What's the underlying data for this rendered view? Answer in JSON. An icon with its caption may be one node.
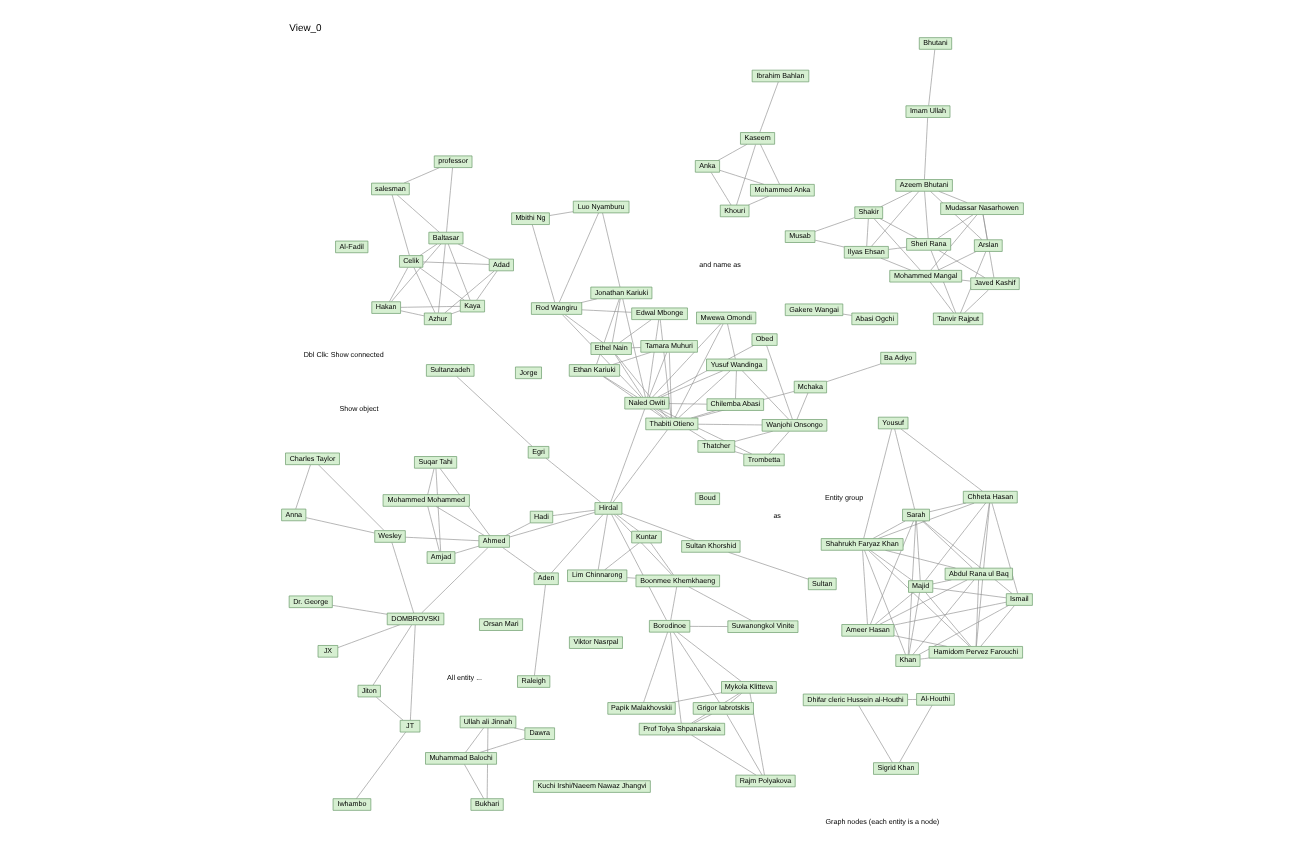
{
  "diagram": {
    "title": "View_0",
    "nodes": [
      {
        "text": [
          "Boud"
        ]
      },
      {
        "text": [
          "Shahrukh Faryaz Khan"
        ]
      },
      {
        "text": [
          "Yousuf"
        ]
      },
      {
        "text": [
          "Ameer Hasan"
        ]
      },
      {
        "text": [
          "Sarah"
        ]
      },
      {
        "text": [
          "Abdul Rana ul Baq"
        ]
      },
      {
        "text": [
          "Chheta Hasan"
        ]
      },
      {
        "text": [
          "Majid"
        ]
      },
      {
        "text": [
          "Ismail"
        ]
      },
      {
        "text": [
          "Khan"
        ]
      },
      {
        "text": [
          "Hamidom Pervez Farouchi"
        ]
      },
      {
        "text": [
          "Viktor Nasrpal"
        ]
      },
      {
        "text": [
          "salesman"
        ]
      },
      {
        "text": [
          "professor"
        ]
      },
      {
        "text": [
          "Baltasar"
        ]
      },
      {
        "text": [
          "Azhur"
        ]
      },
      {
        "text": [
          "Celik"
        ]
      },
      {
        "text": [
          "Adad"
        ]
      },
      {
        "text": [
          "Hakan"
        ]
      },
      {
        "text": [
          "Kaya"
        ]
      },
      {
        "text": [
          "Papik Malakhovskii"
        ]
      },
      {
        "text": [
          "Rajm Polyakova"
        ]
      },
      {
        "text": [
          "Mykola Klitteva"
        ]
      },
      {
        "text": [
          "Al-Fadil"
        ]
      },
      {
        "text": [
          "Anka"
        ]
      },
      {
        "text": [
          "Mohammed Anka"
        ]
      },
      {
        "text": [
          "Khouri"
        ]
      },
      {
        "text": [
          "Kaseem"
        ]
      },
      {
        "text": [
          "Ibrahim Bahlan"
        ]
      },
      {
        "text": [
          "Grigor Iabrotskis"
        ]
      },
      {
        "text": [
          "Borodinoe"
        ]
      },
      {
        "text": [
          "Prof Tolya Shpanarskaia"
        ]
      },
      {
        "text": [
          "Orsan Mari"
        ]
      },
      {
        "text": [
          "Iwhambo"
        ]
      },
      {
        "text": [
          "JT"
        ]
      },
      {
        "text": [
          "JX"
        ]
      },
      {
        "text": [
          "Jiton"
        ]
      },
      {
        "text": [
          "DOMBROVSKI"
        ]
      },
      {
        "text": [
          "Sultanzadeh"
        ]
      },
      {
        "text": [
          "Suwanongkol Vinite"
        ]
      },
      {
        "text": [
          "Sultan"
        ]
      },
      {
        "text": [
          "Egri"
        ]
      },
      {
        "text": [
          "Sultan Khorshid"
        ]
      },
      {
        "text": [
          "Boonmee Khemkhaeng"
        ]
      },
      {
        "text": [
          "Musab"
        ]
      },
      {
        "text": [
          "Shakir"
        ]
      },
      {
        "text": [
          "Ilyas Ehsan"
        ]
      },
      {
        "text": [
          "Imam Ullah"
        ]
      },
      {
        "text": [
          "Azeem Bhutani"
        ]
      },
      {
        "text": [
          "Sheri Rana"
        ]
      },
      {
        "text": [
          "Mudassar Nasarhowen"
        ]
      },
      {
        "text": [
          "Javed Kashif"
        ]
      },
      {
        "text": [
          "Bhutani"
        ]
      },
      {
        "text": [
          "Arslan"
        ]
      },
      {
        "text": [
          "Tanvir Rajput"
        ]
      },
      {
        "text": [
          "Mohammed Mangal"
        ]
      },
      {
        "text": [
          "Jorge"
        ]
      },
      {
        "text": [
          "Dr. George"
        ]
      },
      {
        "text": [
          "Wesley"
        ]
      },
      {
        "text": [
          "Ahmed"
        ]
      },
      {
        "text": [
          "Amjad"
        ]
      },
      {
        "text": [
          "Mohammed Mohammed"
        ]
      },
      {
        "text": [
          "Suqar Tahi"
        ]
      },
      {
        "text": [
          "Charles Taylor"
        ]
      },
      {
        "text": [
          "Anna"
        ]
      },
      {
        "text": [
          "Hadi"
        ]
      },
      {
        "text": [
          "Hirdal"
        ]
      },
      {
        "text": [
          "Aden"
        ]
      },
      {
        "text": [
          "Raleigh"
        ]
      },
      {
        "text": [
          "Kuntar"
        ]
      },
      {
        "text": [
          "Lim Chinnarong"
        ]
      },
      {
        "text": [
          "Mbithi Ng"
        ]
      },
      {
        "text": [
          "Rod Wangiru"
        ]
      },
      {
        "text": [
          "Luo Nyamburu"
        ]
      },
      {
        "text": [
          "Edwal Mbonge"
        ]
      },
      {
        "text": [
          "Ethel Nain"
        ]
      },
      {
        "text": [
          "Jonathan Kariuki"
        ]
      },
      {
        "text": [
          "Tamara Muhuri"
        ]
      },
      {
        "text": [
          "Ethan Kariuki"
        ]
      },
      {
        "text": [
          "Naled Owiti"
        ]
      },
      {
        "text": [
          "Thabiti Otieno"
        ]
      },
      {
        "text": [
          "Muhammad Balochi"
        ]
      },
      {
        "text": [
          "Dawra"
        ]
      },
      {
        "text": [
          "Bukhari"
        ]
      },
      {
        "text": [
          "Ullah ali Jinnah"
        ]
      },
      {
        "text": [
          "Mchaka"
        ]
      },
      {
        "text": [
          "Yusuf Wandinga"
        ]
      },
      {
        "text": [
          "Mwewa Omondi"
        ]
      },
      {
        "text": [
          "Chilemba Abasi"
        ]
      },
      {
        "text": [
          "Wanjohi Onsongo"
        ]
      },
      {
        "text": [
          "Trombetta"
        ]
      },
      {
        "text": [
          "Thatcher"
        ]
      },
      {
        "text": [
          "Obed"
        ]
      },
      {
        "text": [
          "Ba Adiyo"
        ]
      },
      {
        "text": [
          "Dhifar cleric Hussein al-Houthi"
        ]
      },
      {
        "text": [
          "Al-Houthi"
        ]
      },
      {
        "text": [
          "Sigrid Khan"
        ]
      },
      {
        "text": [
          "Gakere Wangai"
        ]
      },
      {
        "text": [
          "Abasi Ogchi"
        ]
      },
      {
        "text": [
          "Kuchi Irshi/Naeem Nawaz Jhangvi"
        ]
      }
    ],
    "edges": [
      {
        "from": 1,
        "to": 2,
        "arrow": "none"
      },
      {
        "from": 1,
        "to": 3,
        "arrow": "none"
      },
      {
        "from": 1,
        "to": 4,
        "arrow": "none"
      },
      {
        "from": 1,
        "to": 5,
        "arrow": "none"
      },
      {
        "from": 1,
        "to": 6,
        "arrow": "none"
      },
      {
        "from": 1,
        "to": 7,
        "arrow": "none"
      },
      {
        "from": 1,
        "to": 9,
        "arrow": "none"
      },
      {
        "from": 1,
        "to": 10,
        "arrow": "none"
      },
      {
        "from": 3,
        "to": 4,
        "arrow": "none"
      },
      {
        "from": 3,
        "to": 5,
        "arrow": "none"
      },
      {
        "from": 3,
        "to": 7,
        "arrow": "none"
      },
      {
        "from": 3,
        "to": 8,
        "arrow": "none"
      },
      {
        "from": 3,
        "to": 10,
        "arrow": "none"
      },
      {
        "from": 4,
        "to": 5,
        "arrow": "none"
      },
      {
        "from": 4,
        "to": 6,
        "arrow": "none"
      },
      {
        "from": 4,
        "to": 7,
        "arrow": "none"
      },
      {
        "from": 4,
        "to": 8,
        "arrow": "none"
      },
      {
        "from": 4,
        "to": 9,
        "arrow": "none"
      },
      {
        "from": 2,
        "to": 4,
        "arrow": "none"
      },
      {
        "from": 2,
        "to": 6,
        "arrow": "none"
      },
      {
        "from": 5,
        "to": 6,
        "arrow": "none"
      },
      {
        "from": 5,
        "to": 7,
        "arrow": "none"
      },
      {
        "from": 5,
        "to": 9,
        "arrow": "none"
      },
      {
        "from": 5,
        "to": 10,
        "arrow": "none"
      },
      {
        "from": 6,
        "to": 7,
        "arrow": "none"
      },
      {
        "from": 6,
        "to": 8,
        "arrow": "none"
      },
      {
        "from": 6,
        "to": 10,
        "arrow": "none"
      },
      {
        "from": 7,
        "to": 8,
        "arrow": "none"
      },
      {
        "from": 7,
        "to": 9,
        "arrow": "none"
      },
      {
        "from": 7,
        "to": 10,
        "arrow": "none"
      },
      {
        "from": 8,
        "to": 9,
        "arrow": "none"
      },
      {
        "from": 8,
        "to": 10,
        "arrow": "none"
      },
      {
        "from": 9,
        "to": 10,
        "arrow": "none"
      },
      {
        "from": 12,
        "to": 13,
        "arrow": "none"
      },
      {
        "from": 12,
        "to": 14,
        "arrow": "none"
      },
      {
        "from": 12,
        "to": 16,
        "arrow": "none"
      },
      {
        "from": 13,
        "to": 14,
        "arrow": "none"
      },
      {
        "from": 14,
        "to": 15,
        "arrow": "none"
      },
      {
        "from": 14,
        "to": 16,
        "arrow": "none"
      },
      {
        "from": 14,
        "to": 17,
        "arrow": "none"
      },
      {
        "from": 14,
        "to": 18,
        "arrow": "none"
      },
      {
        "from": 14,
        "to": 19,
        "arrow": "none"
      },
      {
        "from": 15,
        "to": 16,
        "arrow": "none"
      },
      {
        "from": 15,
        "to": 17,
        "arrow": "none"
      },
      {
        "from": 15,
        "to": 18,
        "arrow": "none"
      },
      {
        "from": 15,
        "to": 19,
        "arrow": "none"
      },
      {
        "from": 16,
        "to": 17,
        "arrow": "none"
      },
      {
        "from": 16,
        "to": 18,
        "arrow": "none"
      },
      {
        "from": 16,
        "to": 19,
        "arrow": "none"
      },
      {
        "from": 17,
        "to": 19,
        "arrow": "none"
      },
      {
        "from": 18,
        "to": 19,
        "arrow": "none"
      },
      {
        "from": 20,
        "to": 22,
        "arrow": "none"
      },
      {
        "from": 21,
        "to": 22,
        "arrow": "none"
      },
      {
        "from": 21,
        "to": 29,
        "arrow": "none"
      },
      {
        "from": 21,
        "to": 31,
        "arrow": "none"
      },
      {
        "from": 22,
        "to": 29,
        "arrow": "none"
      },
      {
        "from": 22,
        "to": 31,
        "arrow": "none"
      },
      {
        "from": 29,
        "to": 31,
        "arrow": "none"
      },
      {
        "from": 30,
        "to": 20,
        "arrow": "none"
      },
      {
        "from": 30,
        "to": 22,
        "arrow": "none"
      },
      {
        "from": 30,
        "to": 29,
        "arrow": "none"
      },
      {
        "from": 30,
        "to": 31,
        "arrow": "none"
      },
      {
        "from": 30,
        "to": 39,
        "arrow": "none"
      },
      {
        "from": 30,
        "to": 43,
        "arrow": "none"
      },
      {
        "from": 39,
        "to": 43,
        "arrow": "none"
      },
      {
        "from": 24,
        "to": 25,
        "arrow": "none"
      },
      {
        "from": 24,
        "to": 26,
        "arrow": "none"
      },
      {
        "from": 24,
        "to": 27,
        "arrow": "none"
      },
      {
        "from": 25,
        "to": 26,
        "arrow": "none"
      },
      {
        "from": 25,
        "to": 27,
        "arrow": "none"
      },
      {
        "from": 26,
        "to": 27,
        "arrow": "none"
      },
      {
        "from": 27,
        "to": 28,
        "arrow": "none"
      },
      {
        "from": 33,
        "to": 34,
        "arrow": "none"
      },
      {
        "from": 36,
        "to": 34,
        "arrow": "none"
      },
      {
        "from": 34,
        "to": 37,
        "arrow": "none"
      },
      {
        "from": 35,
        "to": 37,
        "arrow": "none"
      },
      {
        "from": 36,
        "to": 37,
        "arrow": "none"
      },
      {
        "from": 37,
        "to": 57,
        "arrow": "none"
      },
      {
        "from": 37,
        "to": 58,
        "arrow": "none"
      },
      {
        "from": 37,
        "to": 59,
        "arrow": "none"
      },
      {
        "from": 58,
        "to": 59,
        "arrow": "none"
      },
      {
        "from": 58,
        "to": 63,
        "arrow": "none"
      },
      {
        "from": 58,
        "to": 64,
        "arrow": "none"
      },
      {
        "from": 63,
        "to": 64,
        "arrow": "none"
      },
      {
        "from": 59,
        "to": 60,
        "arrow": "none"
      },
      {
        "from": 59,
        "to": 61,
        "arrow": "none"
      },
      {
        "from": 59,
        "to": 62,
        "arrow": "none"
      },
      {
        "from": 60,
        "to": 61,
        "arrow": "none"
      },
      {
        "from": 60,
        "to": 62,
        "arrow": "none"
      },
      {
        "from": 61,
        "to": 62,
        "arrow": "none"
      },
      {
        "from": 59,
        "to": 66,
        "arrow": "none"
      },
      {
        "from": 59,
        "to": 65,
        "arrow": "none"
      },
      {
        "from": 59,
        "to": 67,
        "arrow": "none"
      },
      {
        "from": 40,
        "to": 42,
        "arrow": "none"
      },
      {
        "from": 38,
        "to": 41,
        "arrow": "none"
      },
      {
        "from": 41,
        "to": 66,
        "arrow": "none"
      },
      {
        "from": 42,
        "to": 66,
        "arrow": "none"
      },
      {
        "from": 66,
        "to": 65,
        "arrow": "none"
      },
      {
        "from": 66,
        "to": 67,
        "arrow": "none"
      },
      {
        "from": 67,
        "to": 68,
        "arrow": "none"
      },
      {
        "from": 66,
        "to": 30,
        "arrow": "none"
      },
      {
        "from": 66,
        "to": 43,
        "arrow": "none"
      },
      {
        "from": 66,
        "to": 69,
        "arrow": "none"
      },
      {
        "from": 66,
        "to": 70,
        "arrow": "none"
      },
      {
        "from": 66,
        "to": 79,
        "arrow": "none"
      },
      {
        "from": 66,
        "to": 80,
        "arrow": "none"
      },
      {
        "from": 43,
        "to": 69,
        "arrow": "none"
      },
      {
        "from": 43,
        "to": 70,
        "arrow": "none"
      },
      {
        "from": 69,
        "to": 70,
        "arrow": "none"
      },
      {
        "from": 44,
        "to": 45,
        "arrow": "none"
      },
      {
        "from": 44,
        "to": 46,
        "arrow": "none"
      },
      {
        "from": 45,
        "to": 46,
        "arrow": "none"
      },
      {
        "from": 45,
        "to": 48,
        "arrow": "none"
      },
      {
        "from": 45,
        "to": 49,
        "arrow": "none"
      },
      {
        "from": 46,
        "to": 48,
        "arrow": "none"
      },
      {
        "from": 46,
        "to": 49,
        "arrow": "none"
      },
      {
        "from": 47,
        "to": 48,
        "arrow": "none"
      },
      {
        "from": 47,
        "to": 52,
        "arrow": "none"
      },
      {
        "from": 48,
        "to": 49,
        "arrow": "none"
      },
      {
        "from": 48,
        "to": 50,
        "arrow": "none"
      },
      {
        "from": 48,
        "to": 53,
        "arrow": "none"
      },
      {
        "from": 49,
        "to": 50,
        "arrow": "none"
      },
      {
        "from": 49,
        "to": 51,
        "arrow": "none"
      },
      {
        "from": 49,
        "to": 54,
        "arrow": "none"
      },
      {
        "from": 50,
        "to": 51,
        "arrow": "none"
      },
      {
        "from": 50,
        "to": 53,
        "arrow": "none"
      },
      {
        "from": 50,
        "to": 55,
        "arrow": "none"
      },
      {
        "from": 51,
        "to": 54,
        "arrow": "none"
      },
      {
        "from": 51,
        "to": 55,
        "arrow": "none"
      },
      {
        "from": 53,
        "to": 55,
        "arrow": "none"
      },
      {
        "from": 54,
        "to": 55,
        "arrow": "none"
      },
      {
        "from": 53,
        "to": 54,
        "arrow": "none"
      },
      {
        "from": 45,
        "to": 55,
        "arrow": "none"
      },
      {
        "from": 46,
        "to": 55,
        "arrow": "none"
      },
      {
        "from": 71,
        "to": 72,
        "arrow": "none"
      },
      {
        "from": 71,
        "to": 73,
        "arrow": "none"
      },
      {
        "from": 72,
        "to": 73,
        "arrow": "none"
      },
      {
        "from": 72,
        "to": 74,
        "arrow": "none"
      },
      {
        "from": 72,
        "to": 75,
        "arrow": "none"
      },
      {
        "from": 72,
        "to": 76,
        "arrow": "none"
      },
      {
        "from": 73,
        "to": 76,
        "arrow": "none"
      },
      {
        "from": 74,
        "to": 75,
        "arrow": "none"
      },
      {
        "from": 75,
        "to": 76,
        "arrow": "none"
      },
      {
        "from": 76,
        "to": 78,
        "arrow": "none"
      },
      {
        "from": 77,
        "to": 78,
        "arrow": "none"
      },
      {
        "from": 75,
        "to": 77,
        "arrow": "none"
      },
      {
        "from": 79,
        "to": 74,
        "arrow": "none"
      },
      {
        "from": 79,
        "to": 72,
        "arrow": "none"
      },
      {
        "from": 79,
        "to": 75,
        "arrow": "none"
      },
      {
        "from": 79,
        "to": 76,
        "arrow": "none"
      },
      {
        "from": 79,
        "to": 77,
        "arrow": "none"
      },
      {
        "from": 79,
        "to": 78,
        "arrow": "none"
      },
      {
        "from": 80,
        "to": 74,
        "arrow": "none"
      },
      {
        "from": 80,
        "to": 75,
        "arrow": "none"
      },
      {
        "from": 80,
        "to": 77,
        "arrow": "none"
      },
      {
        "from": 80,
        "to": 78,
        "arrow": "none"
      },
      {
        "from": 79,
        "to": 80,
        "arrow": "none"
      },
      {
        "from": 79,
        "to": 86,
        "arrow": "none"
      },
      {
        "from": 79,
        "to": 87,
        "arrow": "none"
      },
      {
        "from": 79,
        "to": 88,
        "arrow": "none"
      },
      {
        "from": 79,
        "to": 90,
        "arrow": "none"
      },
      {
        "from": 79,
        "to": 91,
        "arrow": "none"
      },
      {
        "from": 79,
        "to": 92,
        "arrow": "none"
      },
      {
        "from": 80,
        "to": 85,
        "arrow": "none"
      },
      {
        "from": 80,
        "to": 89,
        "arrow": "none"
      },
      {
        "from": 80,
        "to": 86,
        "arrow": "none"
      },
      {
        "from": 80,
        "to": 87,
        "arrow": "none"
      },
      {
        "from": 80,
        "to": 88,
        "arrow": "none"
      },
      {
        "from": 85,
        "to": 93,
        "arrow": "none"
      },
      {
        "from": 85,
        "to": 89,
        "arrow": "none"
      },
      {
        "from": 89,
        "to": 86,
        "arrow": "none"
      },
      {
        "from": 89,
        "to": 90,
        "arrow": "none"
      },
      {
        "from": 89,
        "to": 91,
        "arrow": "none"
      },
      {
        "from": 89,
        "to": 92,
        "arrow": "none"
      },
      {
        "from": 86,
        "to": 87,
        "arrow": "none"
      },
      {
        "from": 86,
        "to": 88,
        "arrow": "none"
      },
      {
        "from": 90,
        "to": 91,
        "arrow": "none"
      },
      {
        "from": 81,
        "to": 82,
        "arrow": "none"
      },
      {
        "from": 81,
        "to": 83,
        "arrow": "none"
      },
      {
        "from": 81,
        "to": 84,
        "arrow": "none"
      },
      {
        "from": 82,
        "to": 84,
        "arrow": "none"
      },
      {
        "from": 83,
        "to": 84,
        "arrow": "none"
      },
      {
        "from": 94,
        "to": 95,
        "arrow": "none"
      },
      {
        "from": 94,
        "to": 96,
        "arrow": "none"
      },
      {
        "from": 95,
        "to": 96,
        "arrow": "none"
      },
      {
        "from": 97,
        "to": 98,
        "arrow": "none"
      }
    ],
    "labels": [
      "Dbl Clk: Show connected",
      "All entity ...",
      "as",
      "Graph nodes (each entity is a node)",
      "and name as",
      "Entity group",
      "Show object"
    ]
  }
}
